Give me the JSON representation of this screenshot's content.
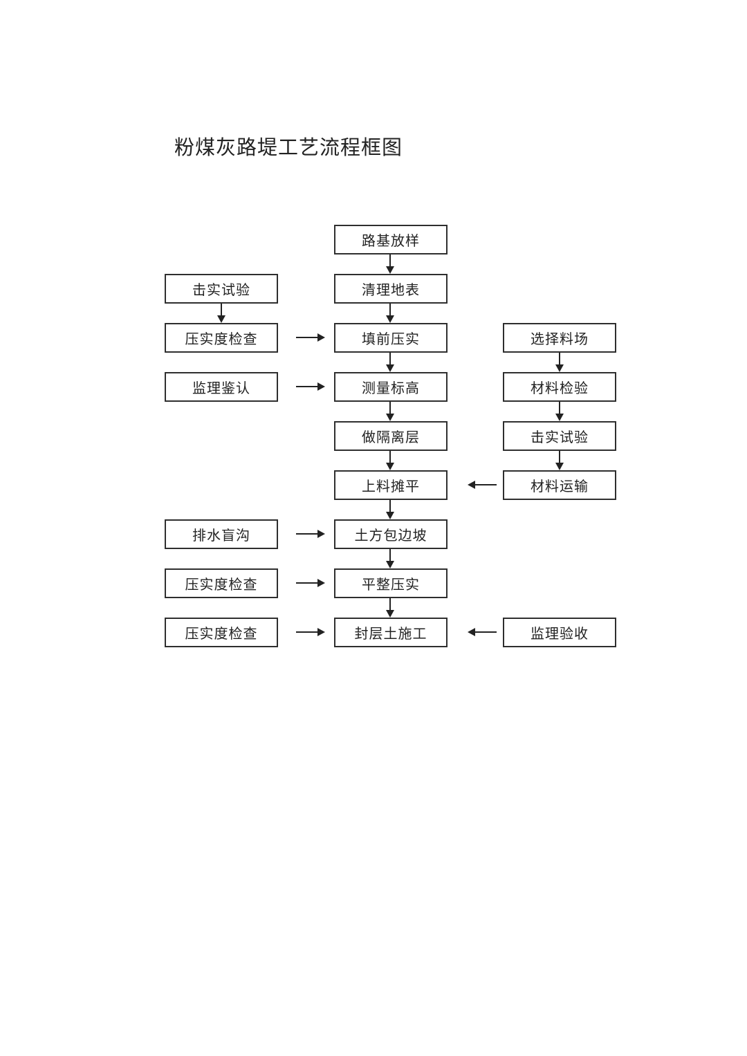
{
  "title": "粉煤灰路堤工艺流程框图",
  "colors": {
    "background": "#ffffff",
    "border": "#2e2e2e",
    "text": "#222222",
    "arrow": "#222222"
  },
  "nodes": {
    "center": [
      {
        "label": "路基放样"
      },
      {
        "label": "清理地表"
      },
      {
        "label": "填前压实"
      },
      {
        "label": "测量标高"
      },
      {
        "label": "做隔离层"
      },
      {
        "label": "上料摊平"
      },
      {
        "label": "土方包边坡"
      },
      {
        "label": "平整压实"
      },
      {
        "label": "封层土施工"
      }
    ],
    "left": [
      {
        "label": "击实试验"
      },
      {
        "label": "压实度检查"
      },
      {
        "label": "监理鉴认"
      },
      {
        "label": "排水盲沟"
      },
      {
        "label": "压实度检查"
      },
      {
        "label": "压实度检查"
      }
    ],
    "right": [
      {
        "label": "选择料场"
      },
      {
        "label": "材料检验"
      },
      {
        "label": "击实试验"
      },
      {
        "label": "材料运输"
      },
      {
        "label": "监理验收"
      }
    ]
  },
  "edges": [
    {
      "from": "路基放样",
      "to": "清理地表",
      "direction": "down"
    },
    {
      "from": "清理地表",
      "to": "填前压实",
      "direction": "down"
    },
    {
      "from": "填前压实",
      "to": "测量标高",
      "direction": "down"
    },
    {
      "from": "测量标高",
      "to": "做隔离层",
      "direction": "down"
    },
    {
      "from": "做隔离层",
      "to": "上料摊平",
      "direction": "down"
    },
    {
      "from": "上料摊平",
      "to": "土方包边坡",
      "direction": "down"
    },
    {
      "from": "土方包边坡",
      "to": "平整压实",
      "direction": "down"
    },
    {
      "from": "平整压实",
      "to": "封层土施工",
      "direction": "down"
    },
    {
      "from": "击实试验(左)",
      "to": "压实度检查(左)",
      "direction": "down"
    },
    {
      "from": "压实度检查(左)",
      "to": "填前压实",
      "direction": "right"
    },
    {
      "from": "监理鉴认",
      "to": "测量标高",
      "direction": "right"
    },
    {
      "from": "排水盲沟",
      "to": "土方包边坡",
      "direction": "right"
    },
    {
      "from": "压实度检查(左)",
      "to": "平整压实",
      "direction": "right"
    },
    {
      "from": "压实度检查(左)",
      "to": "封层土施工",
      "direction": "right"
    },
    {
      "from": "选择料场",
      "to": "材料检验",
      "direction": "down"
    },
    {
      "from": "材料检验",
      "to": "击实试验(右)",
      "direction": "down"
    },
    {
      "from": "击实试验(右)",
      "to": "材料运输",
      "direction": "down"
    },
    {
      "from": "材料运输",
      "to": "上料摊平",
      "direction": "left"
    },
    {
      "from": "监理验收",
      "to": "封层土施工",
      "direction": "left"
    }
  ]
}
